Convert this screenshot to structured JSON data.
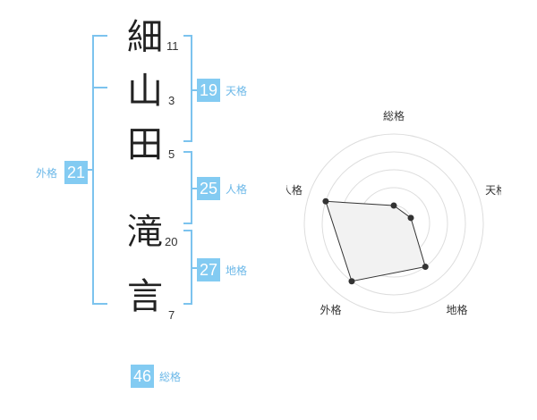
{
  "colors": {
    "accent": "#83cbf2",
    "label": "#6cb8e8",
    "bracket": "#7cc3ee",
    "radar_fill": "#f2f2f2",
    "radar_stroke": "#333333",
    "grid": "#dddddd"
  },
  "name": [
    {
      "char": "細",
      "strokes": "11"
    },
    {
      "char": "山",
      "strokes": "3"
    },
    {
      "char": "田",
      "strokes": "5"
    },
    {
      "char": "滝",
      "strokes": "20"
    },
    {
      "char": "言",
      "strokes": "7"
    }
  ],
  "fortune": {
    "tenkaku": {
      "value": "19",
      "label": "天格"
    },
    "jinkaku": {
      "value": "25",
      "label": "人格"
    },
    "chikaku": {
      "value": "27",
      "label": "地格"
    },
    "gaikaku": {
      "value": "21",
      "label": "外格"
    },
    "soukaku": {
      "value": "46",
      "label": "総格"
    }
  },
  "chart_data": {
    "type": "radar",
    "axes": [
      "総格",
      "天格",
      "地格",
      "外格",
      "人格"
    ],
    "values": [
      1,
      1,
      3,
      4,
      4
    ],
    "range": [
      0,
      5
    ]
  }
}
